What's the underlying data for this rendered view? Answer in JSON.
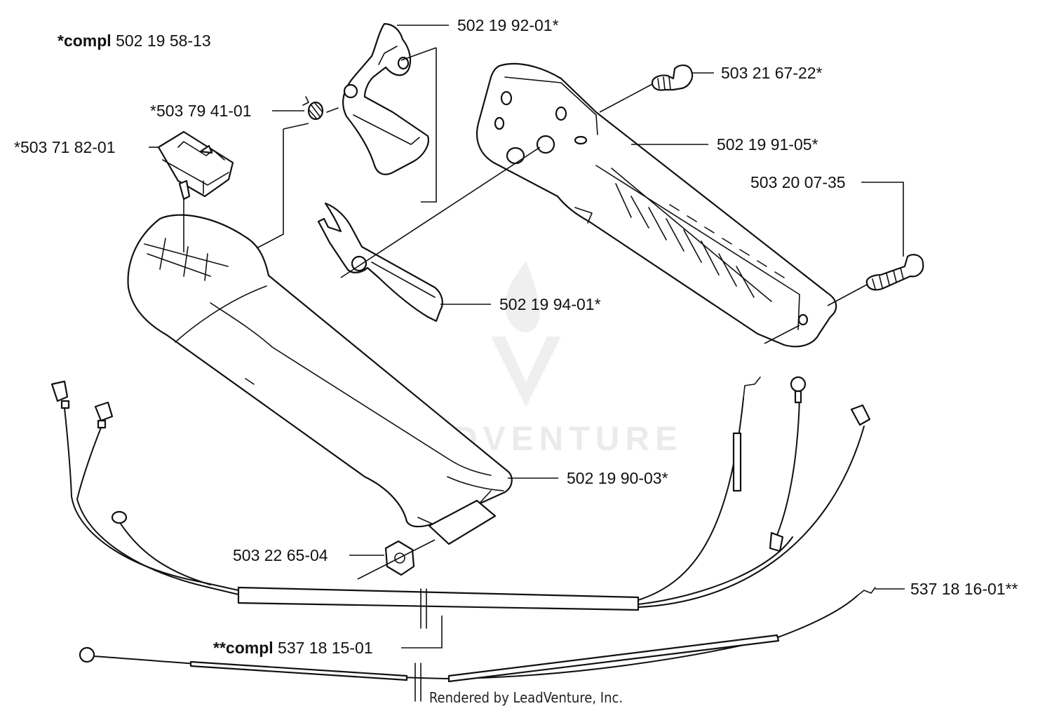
{
  "labels": {
    "compl_main_prefix": "*compl",
    "compl_main_number": "502 19 58-13",
    "trigger_lock": "502 19 92-01*",
    "screw_top": "503 21 67-22*",
    "spring": "*503 79 41-01",
    "switch": "*503 71 82-01",
    "handle_right_half": "502 19 91-05*",
    "screw_right": "503 20 07-35",
    "throttle_trigger": "502 19 94-01*",
    "handle_left_half": "502 19 90-03*",
    "nut": "503 22 65-04",
    "throttle_wire": "537 18 16-01**",
    "compl_harness_prefix": "**compl",
    "compl_harness_number": "537 18 15-01"
  },
  "watermark": {
    "brand": "LEADVENTURE"
  },
  "footer": {
    "text": "Rendered by LeadVenture, Inc."
  }
}
